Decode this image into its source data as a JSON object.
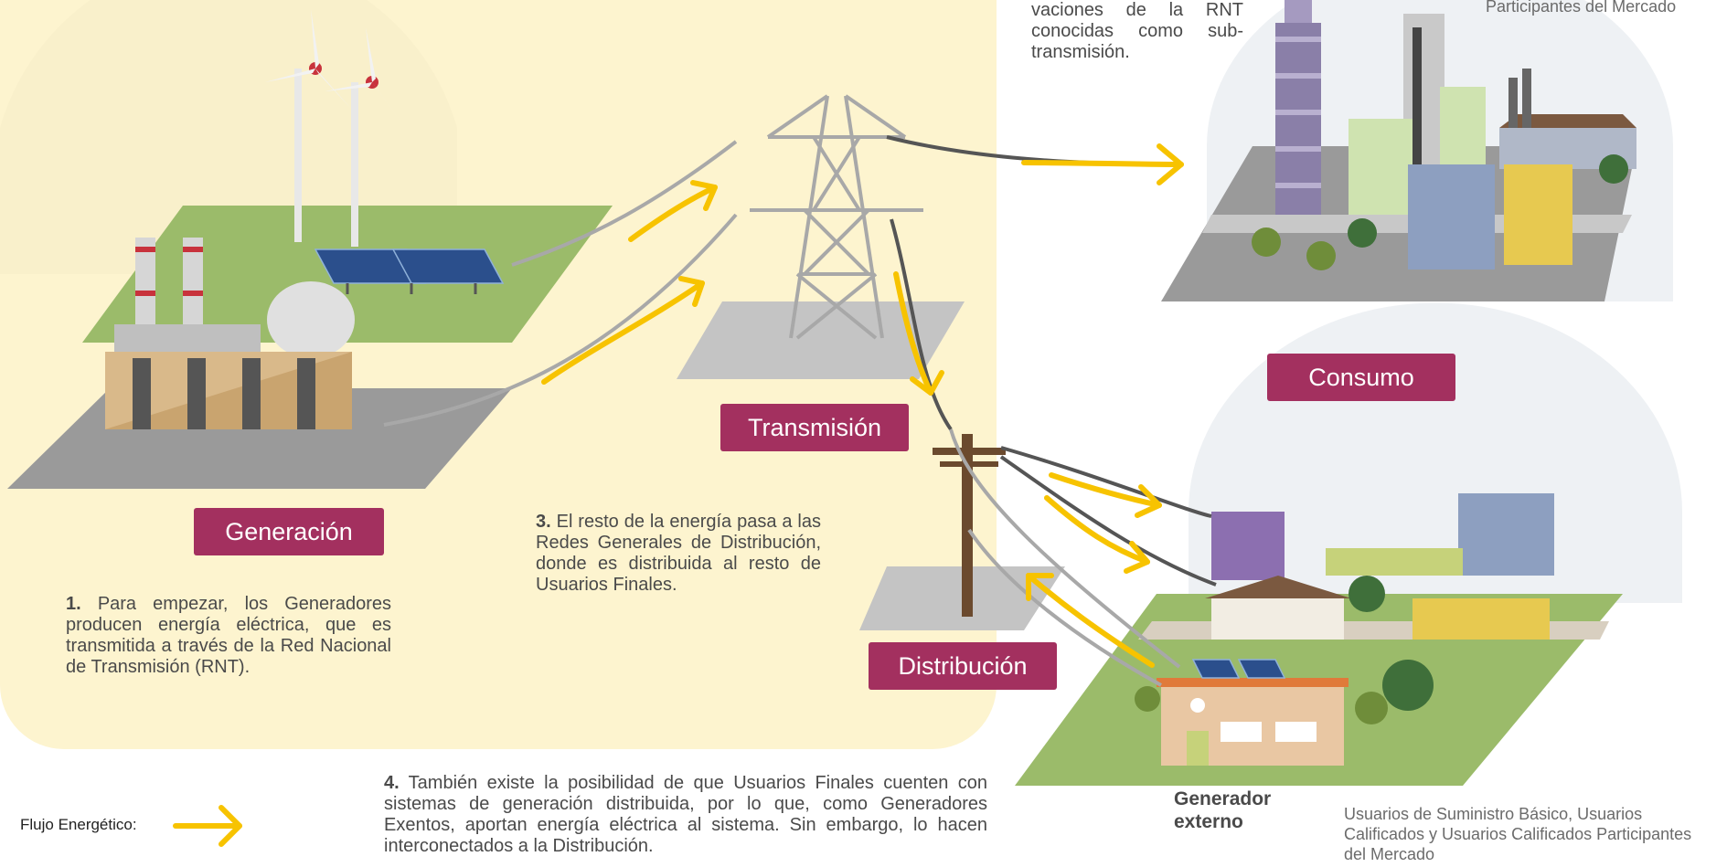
{
  "stages": {
    "generacion": "Generación",
    "transmision": "Transmisión",
    "distribucion": "Distribución",
    "consumo": "Consumo"
  },
  "notes": {
    "step1_num": "1.",
    "step1_text": "Para empezar, los Generadores producen energía eléctrica, que es transmitida a través de la Red Nacional de Transmisión (RNT).",
    "step2_fragment": "vaciones de la RNT conocidas como sub-transmisión.",
    "step3_num": "3.",
    "step3_text": "El resto de la energía pasa a las Redes Generales de Distribución, donde es distribuida al resto de Usuarios Finales.",
    "step4_num": "4.",
    "step4_text": "También existe la posibilidad de que Usuarios Finales cuenten con sistemas de generación distribuida, por lo que, como Generadores Exentos, aportan energía eléctrica al sistema. Sin embargo, lo hacen interconectados a la Distribución."
  },
  "top_right_caption": "Participantes del Mercado",
  "generador_externo": "Generador externo",
  "users_caption": "Usuarios de Suministro Básico, Usuarios Calificados y Usuarios Calificados Participantes del Mercado",
  "legend": {
    "label": "Flujo Energético:"
  },
  "colors": {
    "panel": "#fdf4cf",
    "label_bg": "#a3305f",
    "arrow": "#f7c300",
    "ground_green": "#9bbb6a",
    "ground_grey": "#9a9a9a"
  }
}
